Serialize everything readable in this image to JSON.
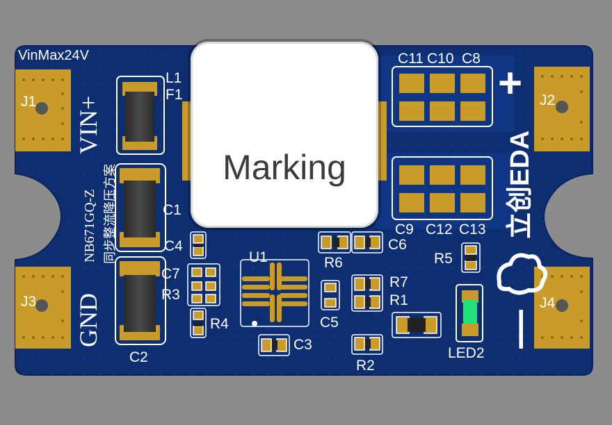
{
  "board": {
    "outline_color": "#0d2f72",
    "copper_color": "#c99b28",
    "silk_color": "#ffffff",
    "led_color": "#22e07a"
  },
  "labels": {
    "vinmax": "VinMax24V",
    "vin_plus": "VIN+",
    "gnd": "GND",
    "part_number": "NB671GQ-Z",
    "chinese_desc": "同步整流降压方案",
    "marking": "Marking",
    "plus_sign": "+",
    "minus_sign": "—",
    "brand": "立创EDA"
  },
  "connectors": {
    "j1": "J1",
    "j2": "J2",
    "j3": "J3",
    "j4": "J4"
  },
  "components": {
    "l1": "L1",
    "f1": "F1",
    "c1": "C1",
    "c2": "C2",
    "c3": "C3",
    "c4": "C4",
    "c5": "C5",
    "c6": "C6",
    "c7": "C7",
    "c8": "C8",
    "c9": "C9",
    "c10": "C10",
    "c11": "C11",
    "c12": "C12",
    "c13": "C13",
    "r1": "R1",
    "r2": "R2",
    "r3": "R3",
    "r4": "R4",
    "r5": "R5",
    "r6": "R6",
    "r7": "R7",
    "u1": "U1",
    "led2": "LED2"
  }
}
